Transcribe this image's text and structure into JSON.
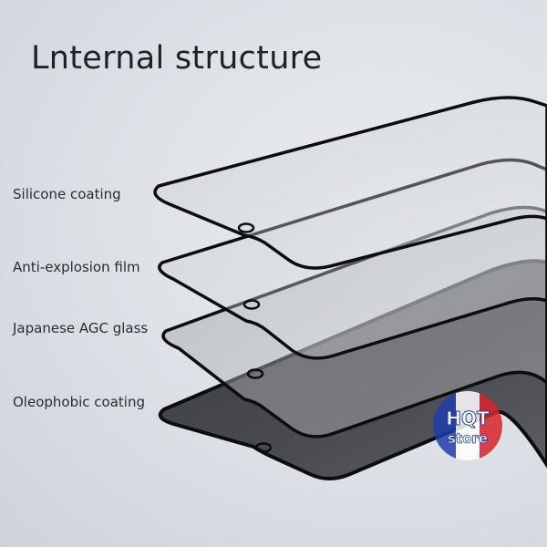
{
  "title": "Lnternal structure",
  "layers": [
    {
      "label": "Silicone coating"
    },
    {
      "label": "Anti-explosion film"
    },
    {
      "label": "Japanese AGC glass"
    },
    {
      "label": "Oleophobic coating"
    }
  ],
  "badge": {
    "line1": "HQT",
    "line2": "store",
    "colors": {
      "blue": "#1f3fa8",
      "white": "#ffffff",
      "red": "#d9242a"
    }
  },
  "colors": {
    "background": "#dfe2e7",
    "frame": "#0d0d0f",
    "text": "#2a2c30"
  }
}
